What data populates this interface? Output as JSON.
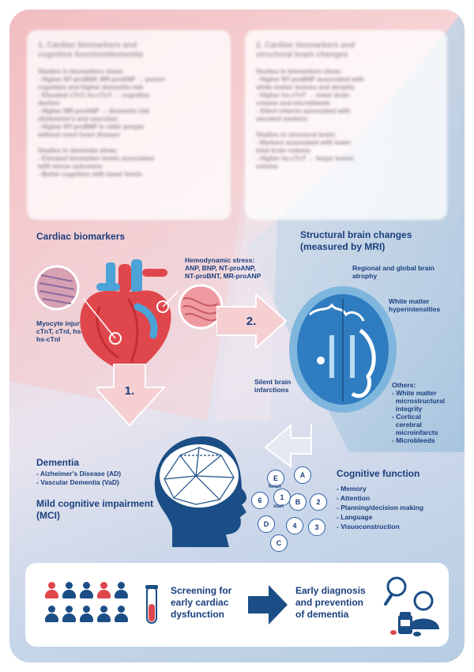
{
  "colors": {
    "navy": "#1b3f7e",
    "blue": "#2a5ea8",
    "light_blue": "#4ba3d7",
    "red": "#e0474c",
    "pink": "#f2c3c6"
  },
  "blurred_panels": {
    "left": {
      "heading": "1.   Cardiac biomarkers and\n      cognitive function/dementia",
      "body": "Studies in biomarkers show:\n- Higher NT-proBNP, MR-proANP → poorer\n  cognition and higher dementia risk\n- Elevated cTnT, hs-cTnT → cognitive\n  decline\n- Higher MR-proANP → dementia risk\n  (Alzheimer's and vascular)\n- Higher NT-proBNP in older people\n  without overt heart disease\n\nStudies in dementia show:\n- Elevated biomarker levels associated\n  with worse outcomes\n- Better cognition with lower levels"
    },
    "right": {
      "heading": "2.   Cardiac biomarkers and\n      structural brain changes",
      "body": "Studies in biomarkers show:\n- Higher NT-proBNP associated with\n  white matter lesions and atrophy\n- Higher hs-cTnT → lower brain\n  volume and microbleeds\n- Silent infarcts associated with\n  elevated markers\n\nStudies in structural brain:\n- Markers associated with lower\n  total brain volume\n- Higher hs-cTnT → larger lesion\n  volume"
    }
  },
  "cardiac": {
    "title": "Cardiac biomarkers",
    "hemodynamic": "Hemodynamic stress:\nANP, BNP, NT-proANP,\nNT-proBNT, MR-proANP",
    "myocyte": "Myocyte injury:\ncTnT, cTnI, hs-cTnT,\nhs-cTnI"
  },
  "structural": {
    "title": "Structural brain changes\n(measured by MRI)",
    "atrophy": "Regional and global brain\natrophy",
    "white_matter": "White matter\nhyperintensities",
    "silent": "Silent brain\ninfarctions",
    "others_title": "Others:",
    "others": [
      "- White matter",
      "  microstructural",
      "  integrity",
      "- Cortical",
      "  cerebral",
      "  microinfarcts",
      "- Microbleeds"
    ]
  },
  "arrows": {
    "one": "1.",
    "two": "2."
  },
  "dementia": {
    "title": "Dementia",
    "items": [
      "- Alzheimer's Disease (AD)",
      "- Vascular Dementia (VaD)"
    ],
    "mci_title": "Mild cognitive impairment\n(MCI)"
  },
  "cognitive": {
    "title": "Cognitive function",
    "items": [
      "- Memory",
      "- Attention",
      "- Planning/decision making",
      "- Language",
      "- Visuoconstruction"
    ]
  },
  "trail_test": {
    "nodes": [
      "E",
      "A",
      "6",
      "1",
      "B",
      "2",
      "D",
      "4",
      "3",
      "C"
    ],
    "finish": "finish",
    "start": "start"
  },
  "bottom": {
    "screening": "Screening for\nearly cardiac\ndysfunction",
    "result": "Early diagnosis\nand prevention\nof dementia"
  }
}
